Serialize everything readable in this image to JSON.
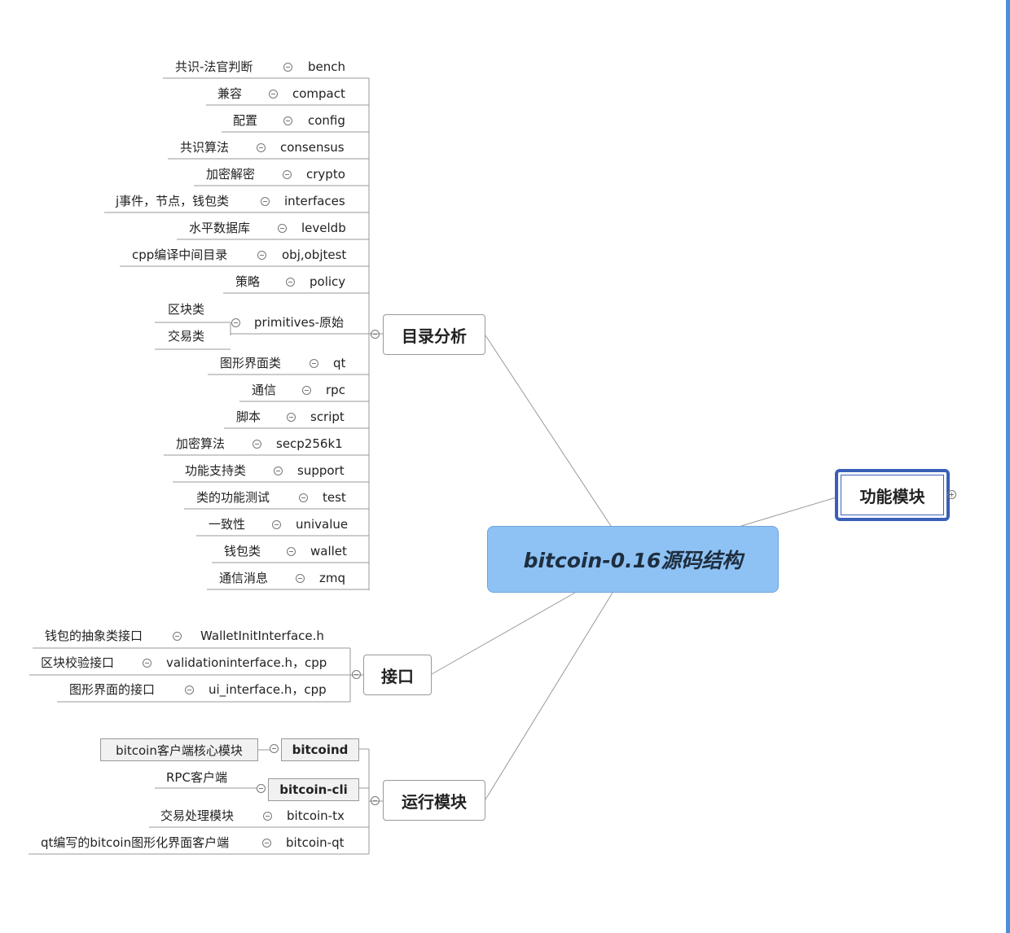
{
  "root": {
    "label": "bitcoin-0.16源码结构"
  },
  "floating_topic": {
    "label": "功能模块"
  },
  "dir_analysis": {
    "label": "目录分析",
    "items": [
      {
        "name": "bench",
        "note": "共识-法官判断"
      },
      {
        "name": "compact",
        "note": "兼容"
      },
      {
        "name": "config",
        "note": "配置"
      },
      {
        "name": "consensus",
        "note": "共识算法"
      },
      {
        "name": "crypto",
        "note": "加密解密"
      },
      {
        "name": "interfaces",
        "note": "j事件，节点，钱包类"
      },
      {
        "name": "leveldb",
        "note": "水平数据库"
      },
      {
        "name": "obj,objtest",
        "note": "cpp编译中间目录"
      },
      {
        "name": "policy",
        "note": "策略"
      },
      {
        "name": "primitives-原始",
        "notes": [
          "区块类",
          "交易类"
        ]
      },
      {
        "name": "qt",
        "note": "图形界面类"
      },
      {
        "name": "rpc",
        "note": "通信"
      },
      {
        "name": "script",
        "note": "脚本"
      },
      {
        "name": "secp256k1",
        "note": "加密算法"
      },
      {
        "name": "support",
        "note": "功能支持类"
      },
      {
        "name": "test",
        "note": "类的功能测试"
      },
      {
        "name": "univalue",
        "note": "一致性"
      },
      {
        "name": "wallet",
        "note": "钱包类"
      },
      {
        "name": "zmq",
        "note": "通信消息"
      }
    ]
  },
  "interface": {
    "label": "接口",
    "items": [
      {
        "name": "WalletInitInterface.h",
        "note": "钱包的抽象类接口"
      },
      {
        "name": "validationinterface.h，cpp",
        "note": "区块校验接口"
      },
      {
        "name": "ui_interface.h，cpp",
        "note": "图形界面的接口"
      }
    ]
  },
  "run_modules": {
    "label": "运行模块",
    "items": [
      {
        "name": "bitcoind",
        "note": "bitcoin客户端核心模块"
      },
      {
        "name": "bitcoin-cli",
        "note": "RPC客户端"
      },
      {
        "name": "bitcoin-tx",
        "note": "交易处理模块"
      },
      {
        "name": "bitcoin-qt",
        "note": "qt编写的bitcoin图形化界面客户端"
      }
    ]
  },
  "colors": {
    "root_fill": "#8ec2f5",
    "floating_border": "#3a5fb8",
    "line": "#999999"
  }
}
